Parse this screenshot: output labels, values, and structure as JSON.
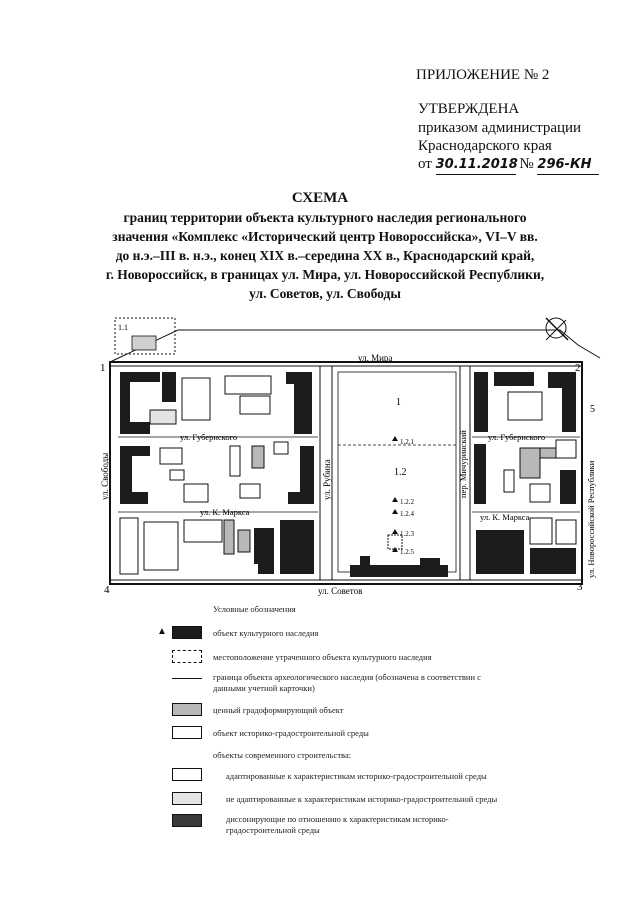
{
  "header": {
    "appendix": "ПРИЛОЖЕНИЕ № 2",
    "approved": "УТВЕРЖДЕНА",
    "order_line1": "приказом администрации",
    "order_line2": "Краснодарского края",
    "from": "от",
    "date": "30.11.2018",
    "number_sign": "№",
    "number": "296-КН"
  },
  "title": {
    "main": "СХЕМА",
    "line1": "границ территории объекта культурного наследия регионального",
    "line2": "значения «Комплекс «Исторический центр Новороссийска», VI–V вв.",
    "line3": "до н.э.–III в. н.э., конец XIX в.–середина XX в., Краснодарский край,",
    "line4": "г. Новороссийск, в границах ул. Мира, ул. Новороссийской Республики,",
    "line5": "ул. Советов, ул. Свободы"
  },
  "map": {
    "streets": {
      "mira": "ул. Мира",
      "sovetov": "ул. Советов",
      "svobody": "ул. Свободы",
      "rubina": "ул. Рубина",
      "michurinsky": "пер. Мичуринский",
      "novoross_resp": "ул. Новороссийской Республики",
      "gubernskogo_left": "ул. Губернского",
      "gubernskogo_right": "ул. Губернского",
      "marksa_left": "ул. К. Маркса",
      "marksa_right": "ул. К. Маркса"
    },
    "corners": {
      "c1": "1",
      "c2": "2",
      "c3": "3",
      "c4": "4",
      "c5": "5",
      "c11": "1.1"
    },
    "zones": {
      "z1": "1",
      "z121": "1.2.1",
      "z12": "1.2",
      "z122": "1.2.2",
      "z124": "1.2.4",
      "z123": "1.2.3",
      "z125": "1.2.5"
    }
  },
  "legend": {
    "heading": "Условные обозначения",
    "items": {
      "heritage": "объект культурного наследия",
      "lost": "местоположение утраченного объекта культурного наследия",
      "archaeo_1": "граница объекта археологического наследия (обозначена в соответствии с",
      "archaeo_2": "данными учетной карточки)",
      "valuable": "ценный градоформирующий объект",
      "historic": "объект историко-градостроительной среды",
      "modern_heading": "объекты современного строительства:",
      "adapted": "адаптированные к характеристикам историко-градостроительной среды",
      "not_adapted": "не адаптированные к характеристикам историко-градостроительной среды",
      "dissonant_1": "диссонирующие по отношению к характеристикам историко-",
      "dissonant_2": "градостроительной среды"
    }
  },
  "colors": {
    "ink": "#111111",
    "dark_fill": "#1c1c1c",
    "gray_fill": "#b8b8b8",
    "light_fill": "#e4e4e4"
  }
}
